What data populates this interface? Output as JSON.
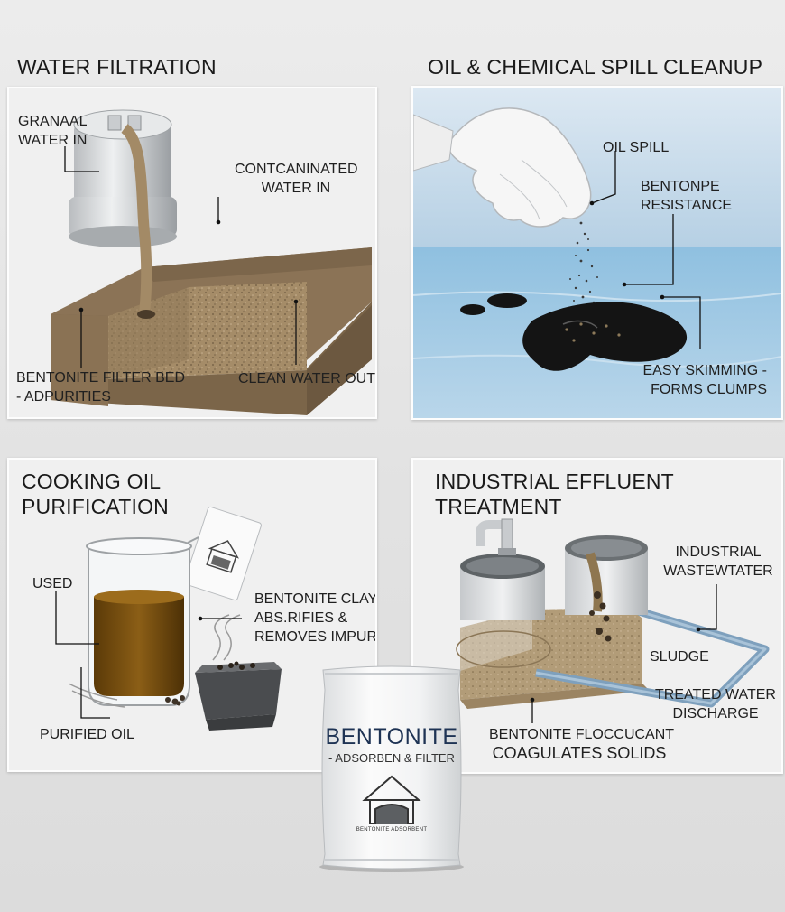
{
  "water_filtration": {
    "title": "WATER FILTRATION",
    "granular_line1": "GRANAAL",
    "granular_line2": "WATER IN",
    "contaminated_line1": "CONTCANINATED",
    "contaminated_line2": "WATER IN",
    "filter_bed_line1": "BENTONITE FILTER BED",
    "filter_bed_line2": "- ADPURITIES",
    "clean_water": "CLEAN WATER OUT"
  },
  "oil_spill": {
    "title": "OIL & CHEMICAL SPILL CLEANUP",
    "oil_spill": "OIL SPILL",
    "resistance_line1": "BENTONPE",
    "resistance_line2": "RESISTANCE",
    "skimming_line1": "EASY SKIMMING -",
    "skimming_line2": "FORMS CLUMPS"
  },
  "cooking_oil": {
    "title_line1": "COOKING OIL",
    "title_line2": "PURIFICATION",
    "used": "USED",
    "clay_line1": "BENTONITE CLAY",
    "clay_line2": "ABS.RIFIES &",
    "clay_line3": "REMOVES IMPURITIES",
    "purified": "PURIFIED OIL"
  },
  "industrial": {
    "title_line1": "INDUSTRIAL EFFLUENT",
    "title_line2": "TREATMENT",
    "wastewater_line1": "INDUSTRIAL",
    "wastewater_line2": "WASTEWTATER",
    "sludge": "SLUDGE",
    "treated_line1": "TREATED WATER",
    "treated_line2": "DISCHARGE",
    "flocculant_line1": "BENTONITE FLOCCUCANT",
    "flocculant_line2": "COAGULATES SOLIDS"
  },
  "product_bag": {
    "brand": "BENTONITE",
    "subtitle": "- ADSORBEN & FILTER",
    "fine_print": "BENTONITE ADSORBENT"
  },
  "colors": {
    "soil": "#8a7355",
    "water": "#aecde3",
    "oil": "#161616",
    "used_oil": "#7a5210",
    "pipe": "#7ea0bd"
  }
}
